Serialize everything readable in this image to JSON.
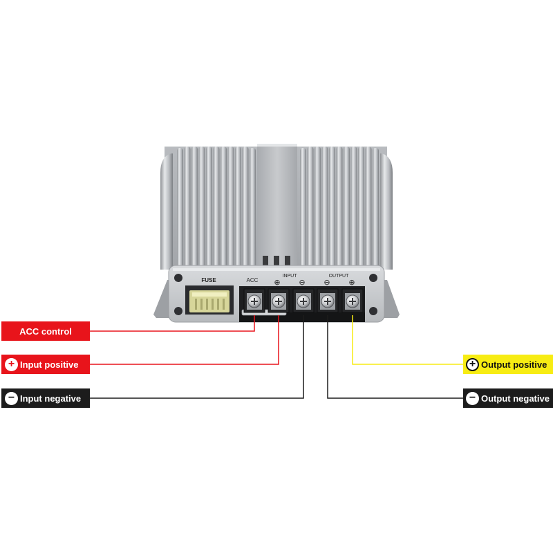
{
  "colors": {
    "red": "#e8141b",
    "yellow": "#f7ec13",
    "dark": "#1c1c1c",
    "aluminum": "#c9cbce"
  },
  "device": {
    "fuse_label": "FUSE",
    "acc_label": "ACC",
    "input_label": "INPUT",
    "output_label": "OUTPUT",
    "input_symbols": [
      "⊕",
      "⊖"
    ],
    "output_symbols": [
      "⊖",
      "⊕"
    ]
  },
  "labels": {
    "acc_control": "ACC control",
    "input_positive": "Input positive",
    "input_negative": "Input negative",
    "output_positive": "Output positive",
    "output_negative": "Output negative",
    "plus_symbol": "+",
    "minus_symbol": "−"
  }
}
